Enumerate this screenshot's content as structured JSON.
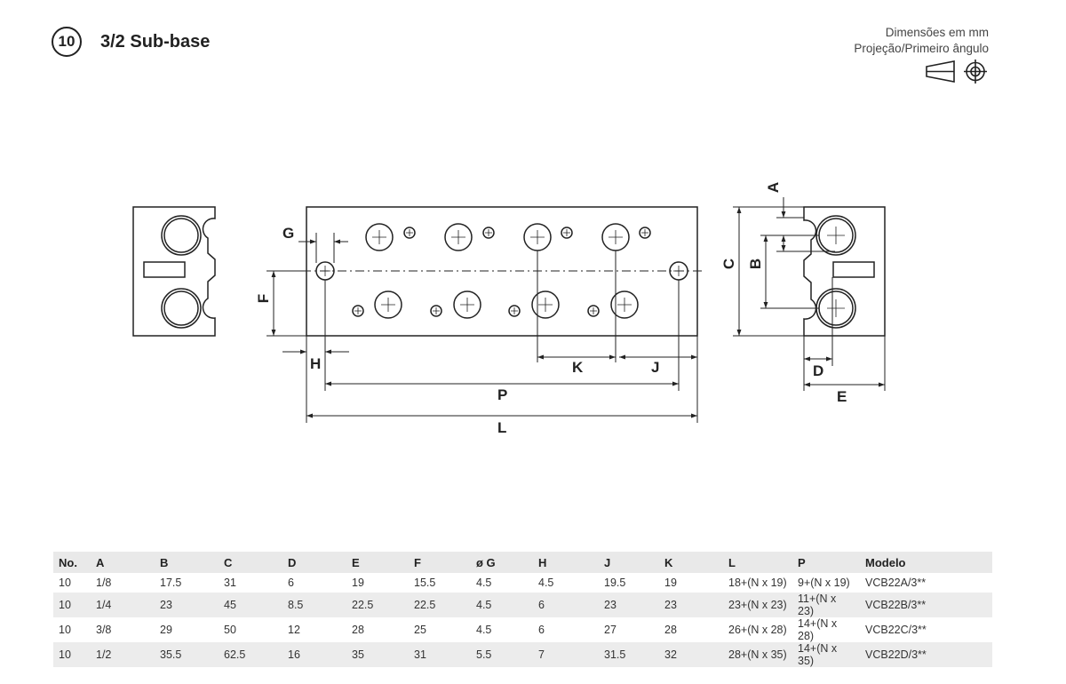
{
  "header": {
    "number": "10",
    "title": "3/2 Sub-base",
    "units_note": "Dimensões em mm",
    "projection_note": "Projeção/Primeiro ângulo",
    "projection_icons": [
      "first-angle-cone-icon",
      "first-angle-circles-icon"
    ]
  },
  "drawing": {
    "labels": {
      "G": "G",
      "F": "F",
      "H": "H",
      "K": "K",
      "J": "J",
      "P": "P",
      "L": "L",
      "A": "A",
      "B": "B",
      "C": "C",
      "D": "D",
      "E": "E"
    }
  },
  "table": {
    "columns": [
      "No.",
      "A",
      "B",
      "C",
      "D",
      "E",
      "F",
      "ø G",
      "H",
      "J",
      "K",
      "L",
      "P",
      "Modelo"
    ],
    "rows": [
      [
        "10",
        "1/8",
        "17.5",
        "31",
        "6",
        "19",
        "15.5",
        "4.5",
        "4.5",
        "19.5",
        "19",
        "18+(N x 19)",
        "9+(N x 19)",
        "VCB22A/3**"
      ],
      [
        "10",
        "1/4",
        "23",
        "45",
        "8.5",
        "22.5",
        "22.5",
        "4.5",
        "6",
        "23",
        "23",
        "23+(N x 23)",
        "11+(N x 23)",
        "VCB22B/3**"
      ],
      [
        "10",
        "3/8",
        "29",
        "50",
        "12",
        "28",
        "25",
        "4.5",
        "6",
        "27",
        "28",
        "26+(N x 28)",
        "14+(N x 28)",
        "VCB22C/3**"
      ],
      [
        "10",
        "1/2",
        "35.5",
        "62.5",
        "16",
        "35",
        "31",
        "5.5",
        "7",
        "31.5",
        "32",
        "28+(N x 35)",
        "14+(N x 35)",
        "VCB22D/3**"
      ]
    ]
  }
}
